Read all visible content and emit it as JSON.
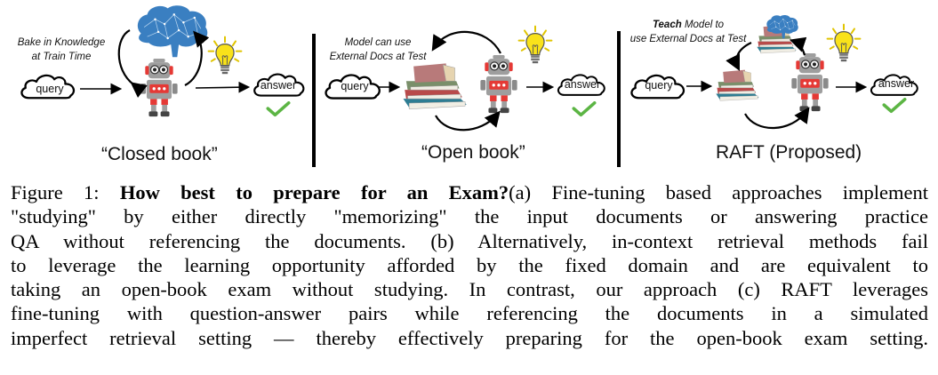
{
  "figure": {
    "panels": [
      {
        "id": "closed-book",
        "title": "“Closed book”",
        "note_lines": [
          "Bake in Knowledge",
          "at Train Time"
        ],
        "query_label": "query",
        "answer_label": "answer",
        "icons": [
          "cloud-icon",
          "robot-icon",
          "brain-icon",
          "lightbulb-icon",
          "checkmark-icon"
        ]
      },
      {
        "id": "open-book",
        "title": "“Open book”",
        "note_lines": [
          "Model can use",
          "External Docs at Test"
        ],
        "query_label": "query",
        "answer_label": "answer",
        "icons": [
          "cloud-icon",
          "books-icon",
          "robot-icon",
          "lightbulb-icon",
          "checkmark-icon"
        ]
      },
      {
        "id": "raft",
        "title": "RAFT (Proposed)",
        "note_bold": "Teach",
        "note_lines": [
          " Model to",
          "use External Docs at Test"
        ],
        "query_label": "query",
        "answer_label": "answer",
        "icons": [
          "cloud-icon",
          "books-icon",
          "brain-books-icon",
          "robot-icon",
          "lightbulb-icon",
          "checkmark-icon"
        ]
      }
    ],
    "colors": {
      "brain": "#3a7fc1",
      "robot_red": "#e53935",
      "robot_gray": "#9e9e9e",
      "bulb": "#f9e21a",
      "check": "#5cb544",
      "book_red": "#b84a4a",
      "book_green": "#7a8f6a",
      "book_teal": "#2e7d93",
      "book_pink": "#b87a7a"
    }
  },
  "caption": {
    "label": "Figure 1: ",
    "bold_title": "How best to prepare for an Exam?",
    "lines": [
      "(a) Fine-tuning based approaches implement",
      "\"studying\" by either directly \"memorizing\" the input documents or answering practice",
      "QA without referencing the documents. (b) Alternatively, in-context retrieval methods fail",
      "to leverage the learning opportunity afforded by the fixed domain and are equivalent to",
      "taking an open-book exam without studying. In contrast, our approach (c) RAFT leverages",
      "fine-tuning with question-answer pairs while referencing the documents in a simulated",
      "imperfect retrieval setting — thereby effectively preparing for the open-book exam setting."
    ]
  }
}
